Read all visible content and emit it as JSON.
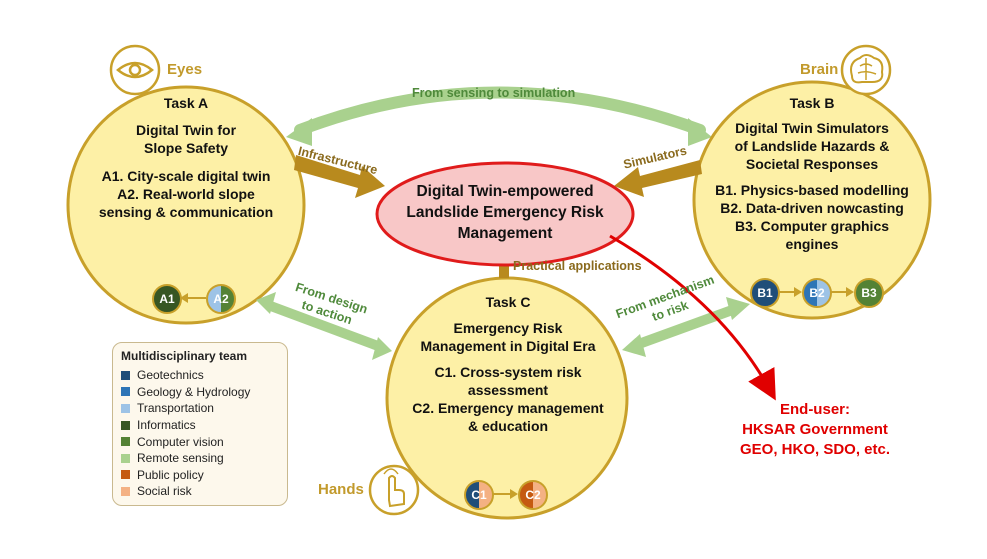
{
  "labels": {
    "eyes": "Eyes",
    "brain": "Brain",
    "hands": "Hands"
  },
  "arrows": {
    "sensing_to_simulation": "From sensing to simulation",
    "infrastructure": "Infrastructure",
    "simulators": "Simulators",
    "practical_applications": "Practical applications",
    "design_to_action_1": "From design",
    "design_to_action_2": "to action",
    "mechanism_to_risk_1": "From mechanism",
    "mechanism_to_risk_2": "to risk"
  },
  "task_a": {
    "title": "Task A",
    "subtitle_1": "Digital Twin for",
    "subtitle_2": "Slope Safety",
    "item_1": "A1. City-scale digital twin",
    "item_2a": "A2. Real-world slope",
    "item_2b": "sensing & communication",
    "badges": [
      "A1",
      "A2"
    ]
  },
  "task_b": {
    "title": "Task B",
    "subtitle_1": "Digital Twin Simulators",
    "subtitle_2": "of Landslide Hazards &",
    "subtitle_3": "Societal Responses",
    "item_1": "B1. Physics-based modelling",
    "item_2": "B2. Data-driven nowcasting",
    "item_3a": "B3. Computer graphics",
    "item_3b": "engines",
    "badges": [
      "B1",
      "B2",
      "B3"
    ]
  },
  "task_c": {
    "title": "Task C",
    "subtitle_1": "Emergency Risk",
    "subtitle_2": "Management in Digital Era",
    "item_1a": "C1. Cross-system risk",
    "item_1b": "assessment",
    "item_2a": "C2. Emergency management",
    "item_2b": "& education",
    "badges": [
      "C1",
      "C2"
    ]
  },
  "center": {
    "line_1": "Digital Twin-empowered",
    "line_2": "Landslide Emergency Risk",
    "line_3": "Management"
  },
  "end_user": {
    "line_1": "End-user:",
    "line_2": "HKSAR Government",
    "line_3": "GEO, HKO, SDO, etc."
  },
  "legend": {
    "title": "Multidisciplinary team",
    "items": [
      {
        "label": "Geotechnics",
        "color": "#1f4e79"
      },
      {
        "label": "Geology & Hydrology",
        "color": "#2e75b6"
      },
      {
        "label": "Transportation",
        "color": "#9dc3e6"
      },
      {
        "label": "Informatics",
        "color": "#375623"
      },
      {
        "label": "Computer vision",
        "color": "#548235"
      },
      {
        "label": "Remote sensing",
        "color": "#a9d18e"
      },
      {
        "label": "Public policy",
        "color": "#c55a11"
      },
      {
        "label": "Social risk",
        "color": "#f4b183"
      }
    ]
  },
  "colors": {
    "circle_fill": "#fdf0a6",
    "circle_stroke": "#c8a02a",
    "center_fill": "#f8c7c7",
    "center_stroke": "#e01b1b",
    "green_arrow": "#a9d18e",
    "brown_arrow": "#b88a1e",
    "red": "#e00000"
  }
}
